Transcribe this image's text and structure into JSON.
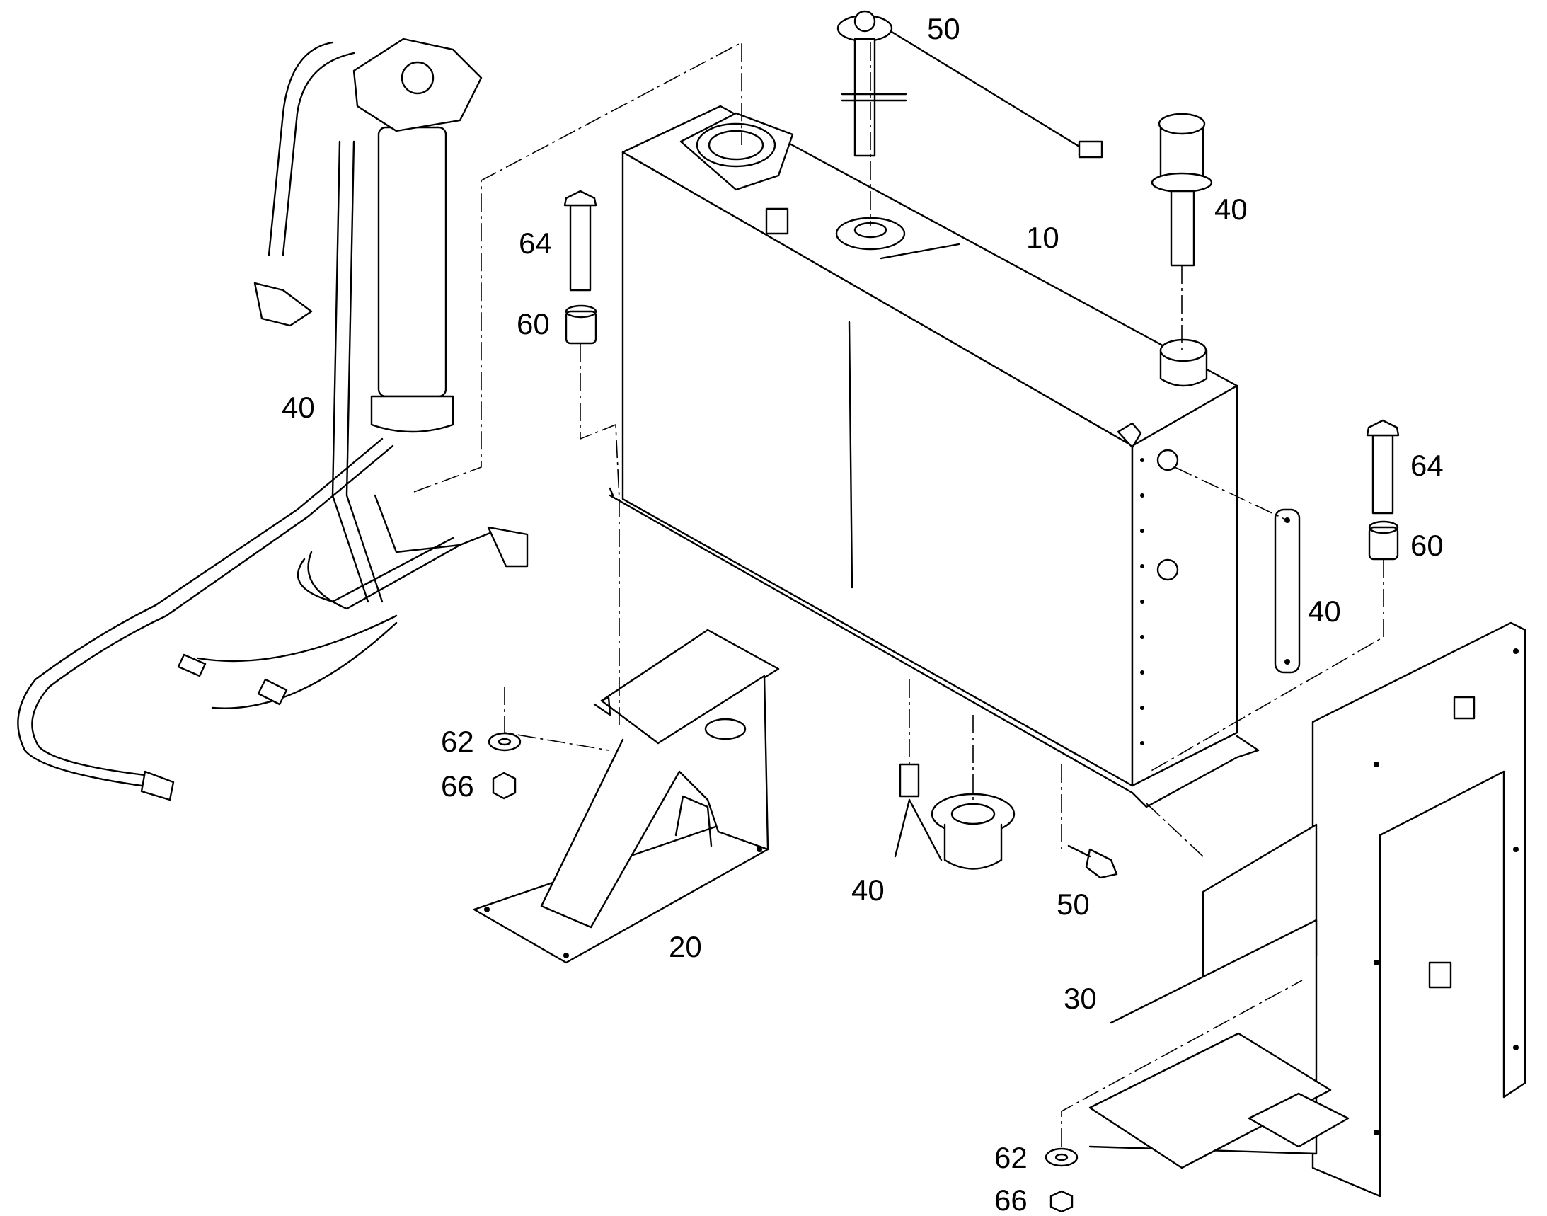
{
  "callouts": [
    {
      "id": "c50top",
      "text": "50"
    },
    {
      "id": "c40gauge",
      "text": "40"
    },
    {
      "id": "c10",
      "text": "10"
    },
    {
      "id": "c64left",
      "text": "64"
    },
    {
      "id": "c60left",
      "text": "60"
    },
    {
      "id": "c40filter",
      "text": "40"
    },
    {
      "id": "c64right",
      "text": "64"
    },
    {
      "id": "c60right",
      "text": "60"
    },
    {
      "id": "c40sight",
      "text": "40"
    },
    {
      "id": "c62left",
      "text": "62"
    },
    {
      "id": "c66left",
      "text": "66"
    },
    {
      "id": "c40drain",
      "text": "40"
    },
    {
      "id": "c50bottom",
      "text": "50"
    },
    {
      "id": "c20",
      "text": "20"
    },
    {
      "id": "c30",
      "text": "30"
    },
    {
      "id": "c62right",
      "text": "62"
    },
    {
      "id": "c66right",
      "text": "66"
    }
  ]
}
